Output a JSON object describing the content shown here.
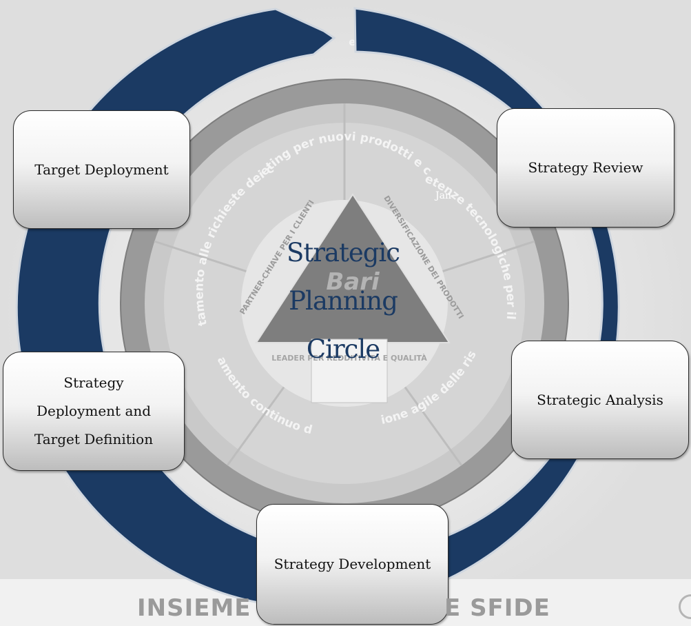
{
  "center": {
    "lines": [
      "Strategic",
      "Planning",
      "Circle"
    ]
  },
  "stray_label": "Jan",
  "steps": [
    {
      "label": "Strategy Review"
    },
    {
      "label": "Strategic Analysis"
    },
    {
      "label": "Strategy Development"
    },
    {
      "label": "Strategy Deployment and Target Definition"
    },
    {
      "label": "Target Deployment"
    }
  ],
  "background": {
    "segments": [
      "Marketing per nuovi prodotti e clienti",
      "Competenze tecnologiche per il futuro",
      "Gestione agile delle risorse",
      "Miglioramento continuo dei costi",
      "Orientamento alle richieste dei clienti"
    ],
    "triangle_sides": [
      "PARTNER-CHIAVE PER I CLIENTI",
      "DIVERSIFICAZIONE DEI PRODOTTI"
    ],
    "triangle_logo": "Bari",
    "card_text": "LEADER PER REDDITIVITÀ E QUALITÀ",
    "top_partial": "er",
    "banner_left": "INSIEME",
    "banner_right": "E SFIDE"
  },
  "colors": {
    "ring": "#1b3a63",
    "ring_edge": "#cfd6df",
    "center_text": "#1b3a63",
    "background": "#e9e9e9"
  }
}
